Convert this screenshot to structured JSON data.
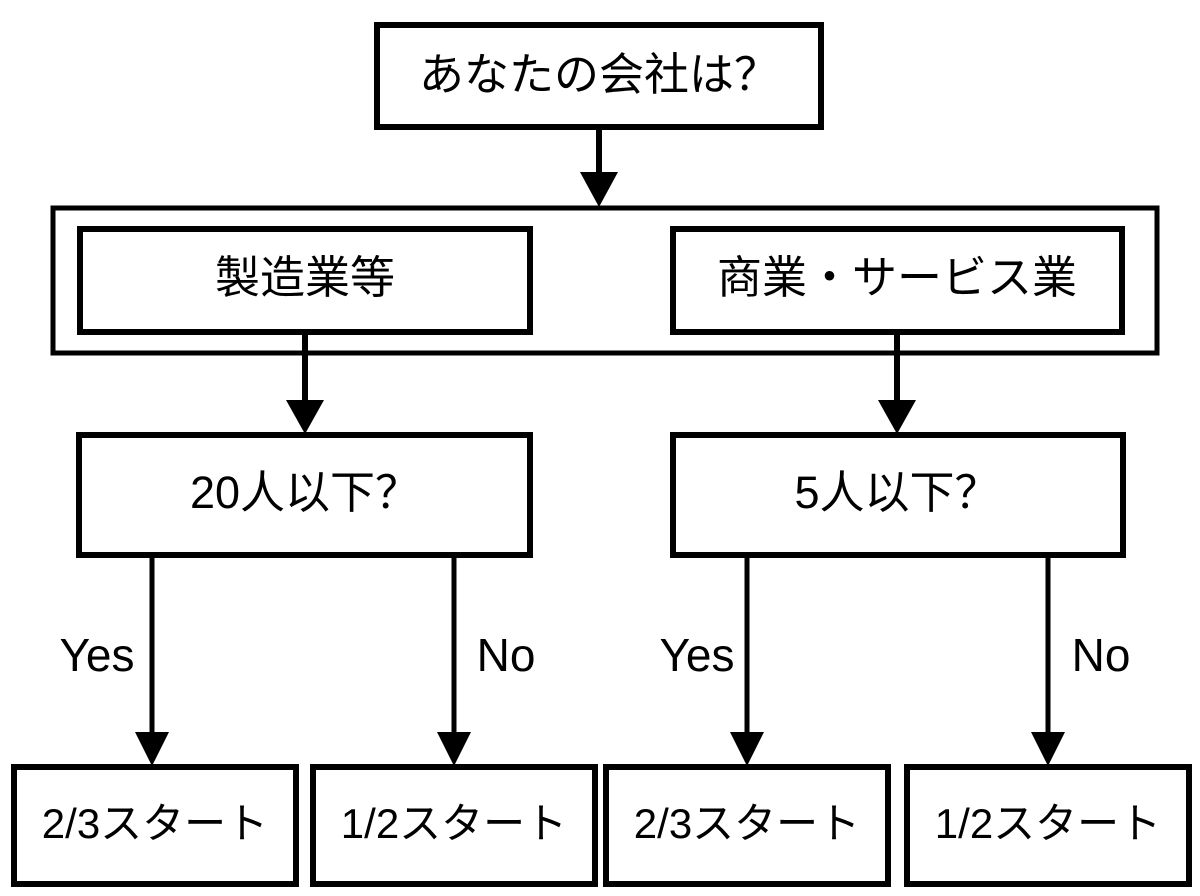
{
  "diagram": {
    "type": "decision-flowchart",
    "background_color": "#ffffff",
    "line_color": "#000000",
    "root": {
      "label": "あなたの会社は？"
    },
    "category_group": {
      "items": [
        {
          "label": "製造業等"
        },
        {
          "label": "商業・サービス業"
        }
      ]
    },
    "decisions": [
      {
        "label": "20人以下？"
      },
      {
        "label": "5人以下？"
      }
    ],
    "edge_labels": {
      "yes": "Yes",
      "no": "No"
    },
    "branch_labels": [
      "Yes",
      "No",
      "Yes",
      "No"
    ],
    "results": [
      {
        "label": "2/3スタート"
      },
      {
        "label": "1/2スタート"
      },
      {
        "label": "2/3スタート"
      },
      {
        "label": "1/2スタート"
      }
    ]
  }
}
